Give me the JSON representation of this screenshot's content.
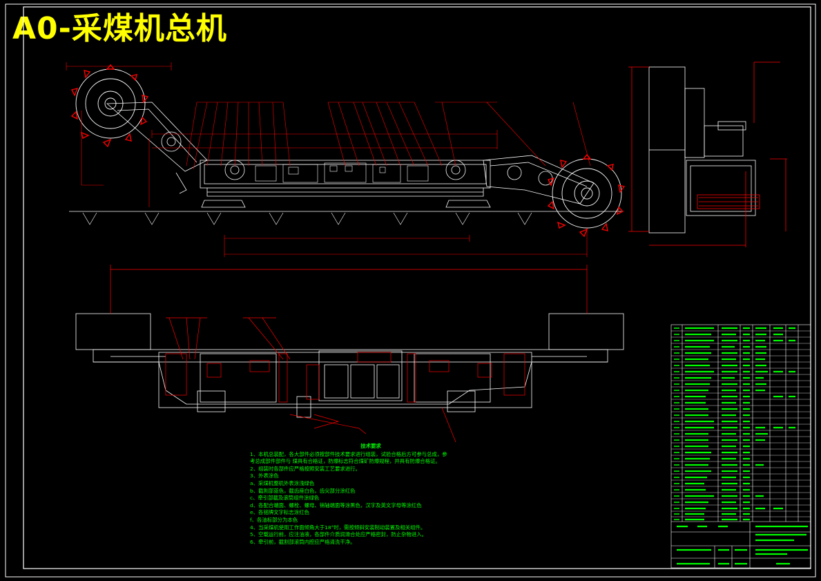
{
  "title": "A0-采煤机总机",
  "colors": {
    "background": "#000000",
    "title": "#ffff00",
    "outline": "#ffffff",
    "dimension": "#ff0000",
    "notes": "#00ff00",
    "frame": "#ffffff"
  },
  "notes": {
    "heading": "技术要求",
    "lines": [
      "1、本机总装配，各大部件必须按部件技术要求进行组装，试验合格后方可参与总成，参",
      "   考总成部件部件与       煤具有合格证，防爆标志符合煤矿防爆规程，并具有防爆合格证。",
      "2、组装时各部件应严格按照安装工艺要求进行。",
      "3、外表涂色",
      "   a、采煤机整机外表涂浅绿色",
      "   b、截割部蓝色，截齿座白色，齿尖部分涂红色",
      "   c、牵引部截及滚筒组件涂绿色",
      "   d、各配合端面、螺栓、螺母、销轴端面等涂黑色，汉字及英文字母等涂红色",
      "   e、各铭牌文字标志涂红色",
      "   f、各油标部分为本色",
      "4、当采煤机使用工作面倾角大于18°时，需按倾斜安装制动装置及相关组件。",
      "5、空载运行前，应注油液，各部件介质润滑合处应严格密封，防止杂物进入。",
      "6、牵引前，截割部滚筒内腔应严格清洗干净。"
    ]
  }
}
